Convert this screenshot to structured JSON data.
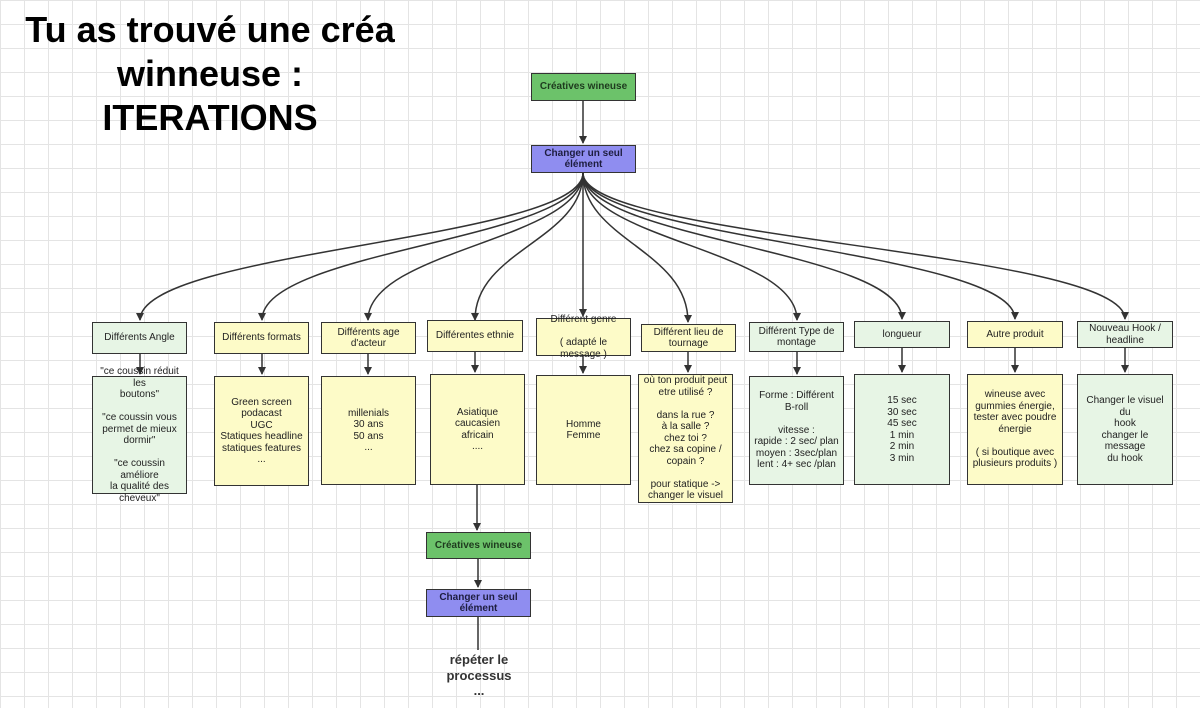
{
  "title": {
    "line1": "Tu as trouvé une créa",
    "line2": "winneuse :",
    "line3": "ITERATIONS"
  },
  "top": {
    "creatives": "Créatives wineuse",
    "changer": "Changer un seul\nélément"
  },
  "branches": [
    {
      "label": "Différents Angle",
      "detail": "\"ce coussin réduit les\nboutons\"\n\n\"ce coussin vous\npermet de mieux\ndormir\"\n\n\"ce coussin améliore\nla qualité des\ncheveux\""
    },
    {
      "label": "Différents formats",
      "detail": "Green screen\npodacast\nUGC\nStatiques headline\nstatiques features\n..."
    },
    {
      "label": "Différents age\nd'acteur",
      "detail": "millenials\n30 ans\n50 ans\n..."
    },
    {
      "label": "Différentes ethnie",
      "detail": "Asiatique\ncaucasien\nafricain\n...."
    },
    {
      "label": "Différent genre\n\n( adapté le message )",
      "detail": "Homme\nFemme"
    },
    {
      "label": "Différent lieu de\ntournage",
      "detail": "où ton produit peut\netre utilisé ?\n\ndans la rue ?\nà la salle ?\nchez toi ?\nchez sa copine /\ncopain ?\n\npour statique ->\nchanger le visuel"
    },
    {
      "label": "Différent Type de\nmontage",
      "detail": "Forme : Différent\nB-roll\n\nvitesse :\nrapide : 2 sec/ plan\nmoyen : 3sec/plan\nlent : 4+ sec /plan"
    },
    {
      "label": "longueur",
      "detail": "15 sec\n30 sec\n45 sec\n1 min\n2 min\n3 min"
    },
    {
      "label": "Autre produit",
      "detail": "wineuse avec\ngummies énergie,\ntester avec poudre\nénergie\n\n( si boutique avec\nplusieurs produits )"
    },
    {
      "label": "Nouveau Hook /\nheadline",
      "detail": "Changer le visuel du\nhook\nchanger le message\ndu hook"
    }
  ],
  "bottom": {
    "creatives": "Créatives wineuse",
    "changer": "Changer un seul\nélément",
    "repeat": "répéter le\nprocessus\n..."
  },
  "colors": {
    "green": "#6cc26a",
    "purple": "#8f8df0",
    "light_green": "#e7f5e5",
    "yellow": "#fdfbc8"
  }
}
